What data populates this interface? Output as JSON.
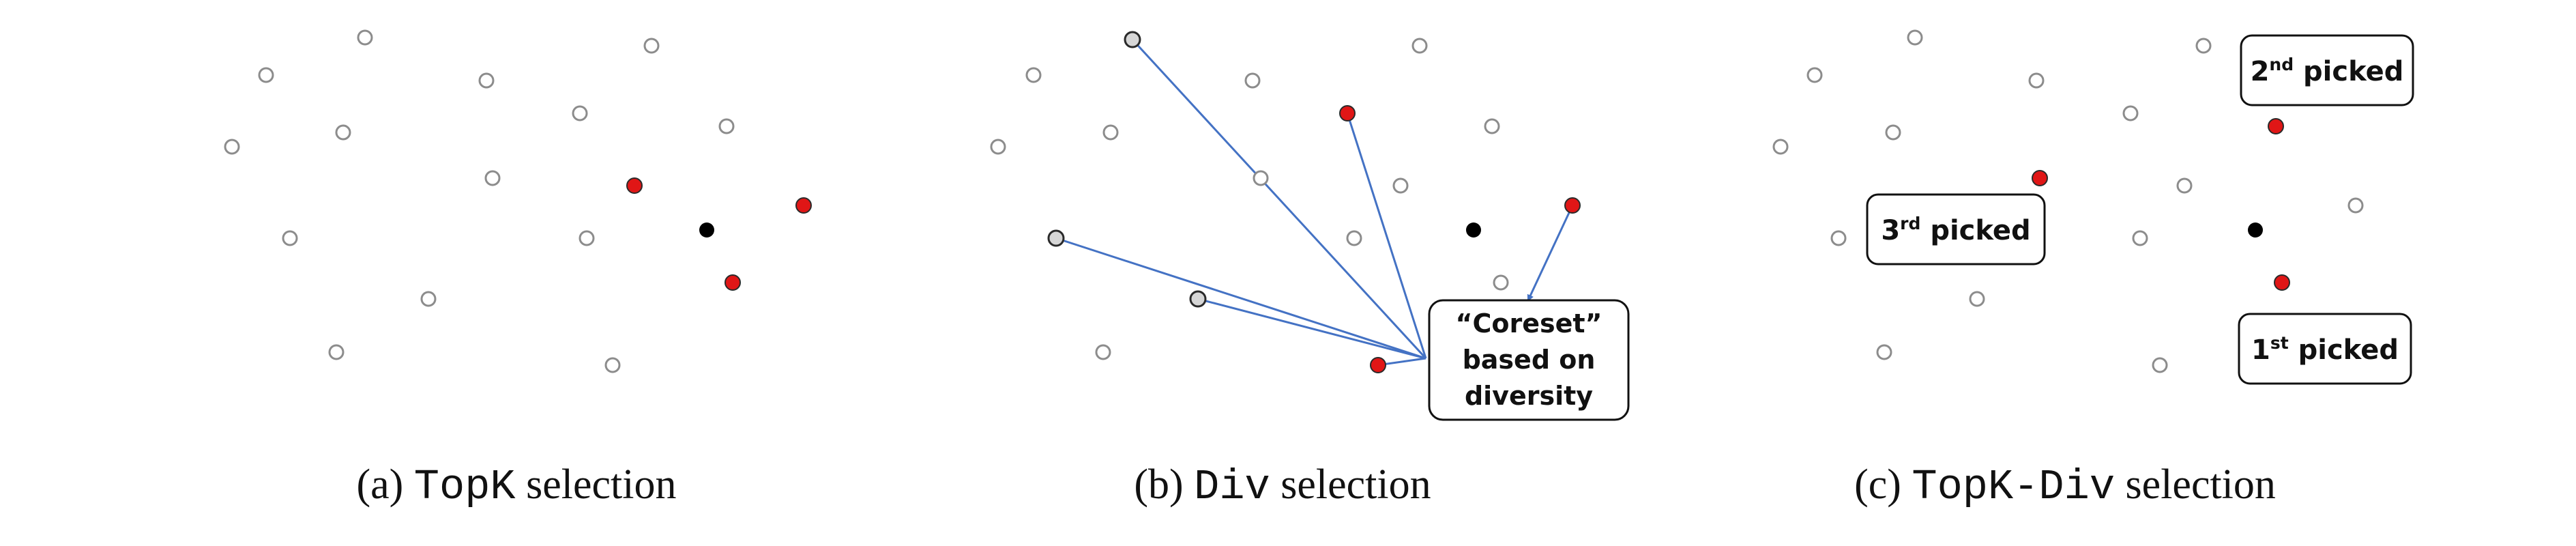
{
  "colors": {
    "hollow_stroke": "#8c8c8c",
    "selected_fill": "#e01616",
    "query_fill": "#000000",
    "highlight_fill": "#d6d6d6",
    "arrow": "#4472c4"
  },
  "panels": [
    {
      "id": "a",
      "caption": {
        "prefix": "(a) ",
        "code": "TopK",
        "suffix": " selection"
      }
    },
    {
      "id": "b",
      "caption": {
        "prefix": "(b) ",
        "code": "Div",
        "suffix": " selection"
      },
      "callout": {
        "line1": "“Coreset”",
        "line2": "based on",
        "line3": "diversity"
      }
    },
    {
      "id": "c",
      "caption": {
        "prefix": "(c) ",
        "code": "TopK-Div",
        "suffix": " selection"
      },
      "labels": {
        "first": {
          "num": "1",
          "sup": "st",
          "text": " picked"
        },
        "second": {
          "num": "2",
          "sup": "nd",
          "text": " picked"
        },
        "third": {
          "num": "3",
          "sup": "rd",
          "text": "  picked"
        }
      }
    }
  ]
}
